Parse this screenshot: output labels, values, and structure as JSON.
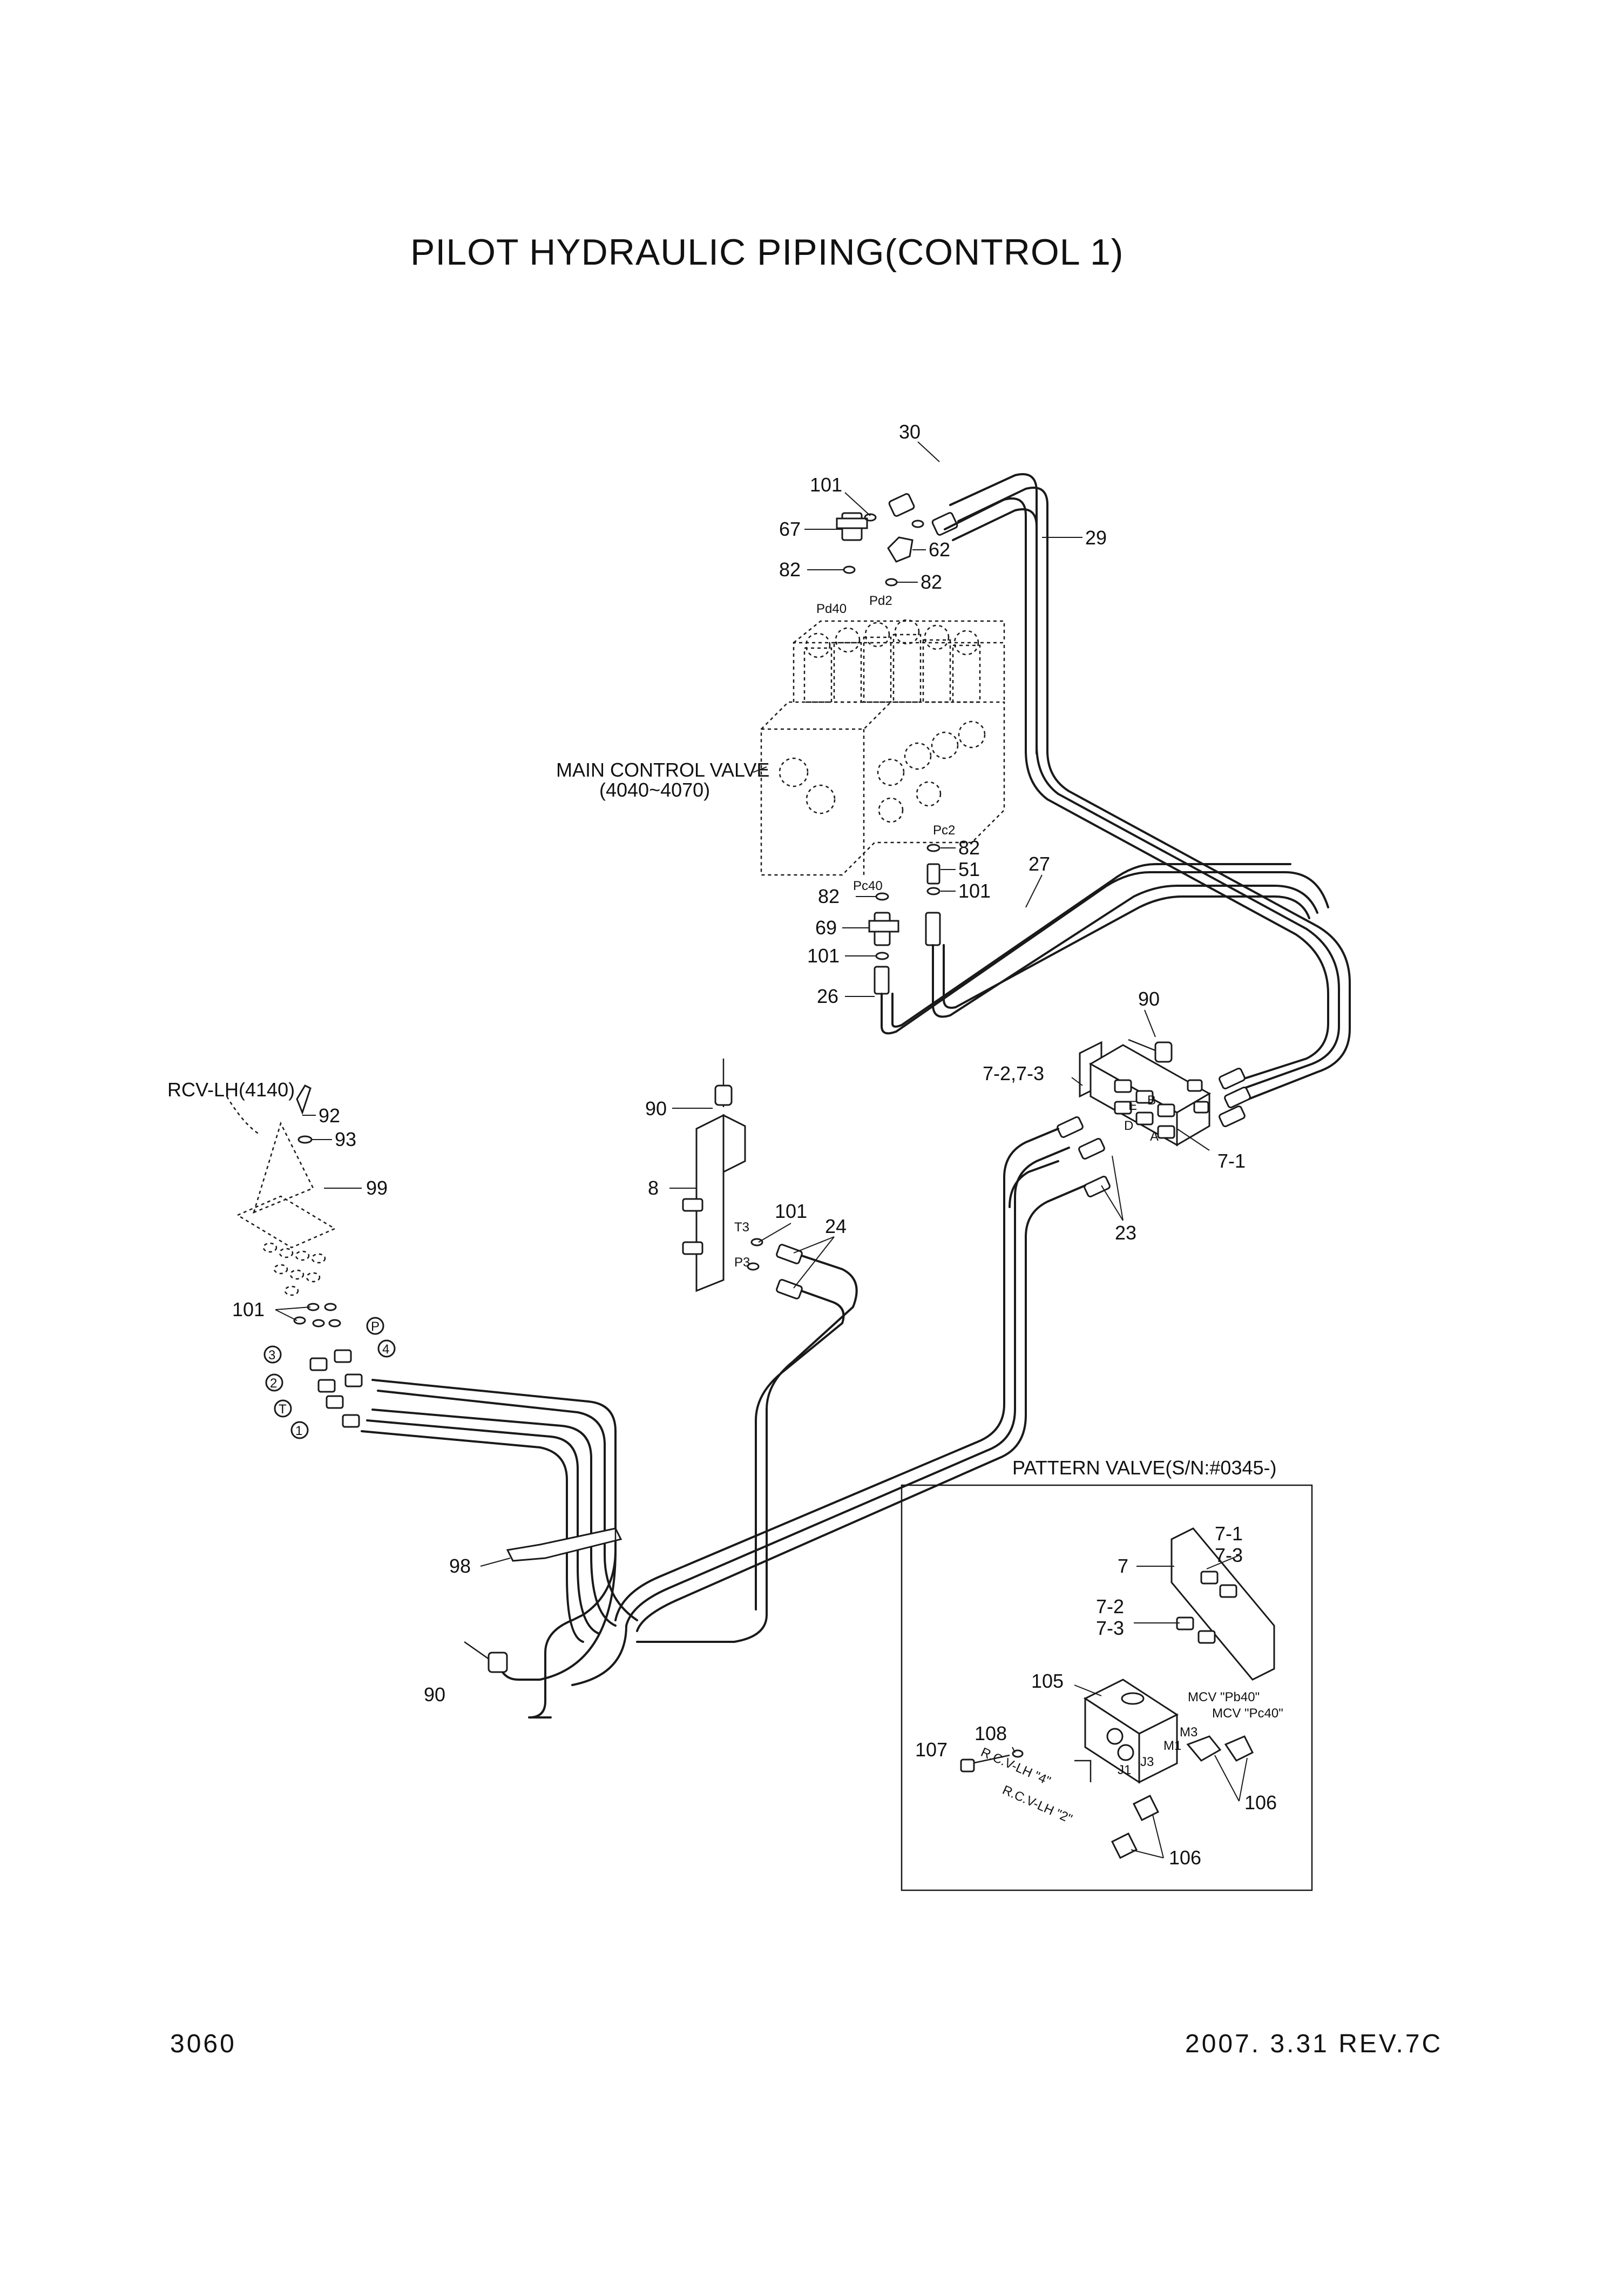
{
  "title": "PILOT HYDRAULIC PIPING(CONTROL 1)",
  "page_number": "3060",
  "revision": "2007. 3.31  REV.7C",
  "assemblies": {
    "main_control_valve": "MAIN CONTROL VALVE",
    "main_control_valve_range": "(4040~4070)",
    "rcv": "RCV-LH(4140)",
    "pattern_valve": "PATTERN VALVE(S/N:#0345-)"
  },
  "port_labels": {
    "pd40": "Pd40",
    "pd2": "Pd2",
    "pc2": "Pc2",
    "pc40": "Pc40",
    "t3": "T3",
    "p3": "P3",
    "e": "E",
    "b": "B",
    "d": "D",
    "a": "A",
    "m1": "M1",
    "m3": "M3",
    "j1": "J1",
    "j3": "J3",
    "mcv_pb40": "MCV \"Pb40\"",
    "mcv_pc40": "MCV \"Pc40\"",
    "rcv_lh_4": "R.C.V-LH \"4\"",
    "rcv_lh_2": "R.C.V-LH \"2\""
  },
  "rcv_ports": {
    "p3": "3",
    "p2": "2",
    "pT": "T",
    "p1": "1",
    "pP": "P",
    "p4": "4"
  },
  "callouts": {
    "c30": "30",
    "c101a": "101",
    "c67": "67",
    "c62": "62",
    "c29": "29",
    "c82a": "82",
    "c82b": "82",
    "c82c": "82",
    "c51": "51",
    "c101b": "101",
    "c27": "27",
    "c82d": "82",
    "c69": "69",
    "c101c": "101",
    "c26": "26",
    "c90a": "90",
    "c72": "7-2,7-3",
    "c71": "7-1",
    "c23": "23",
    "c90b": "90",
    "c8": "8",
    "c101d": "101",
    "c24": "24",
    "c92": "92",
    "c93": "93",
    "c99": "99",
    "c101e": "101",
    "c98": "98",
    "c90c": "90",
    "pv71": "7-1",
    "pv73": "7-3",
    "pv7": "7",
    "pv72": "7-2",
    "pv73b": "7-3",
    "c105": "105",
    "c108": "108",
    "c107": "107",
    "c106a": "106",
    "c106b": "106"
  }
}
